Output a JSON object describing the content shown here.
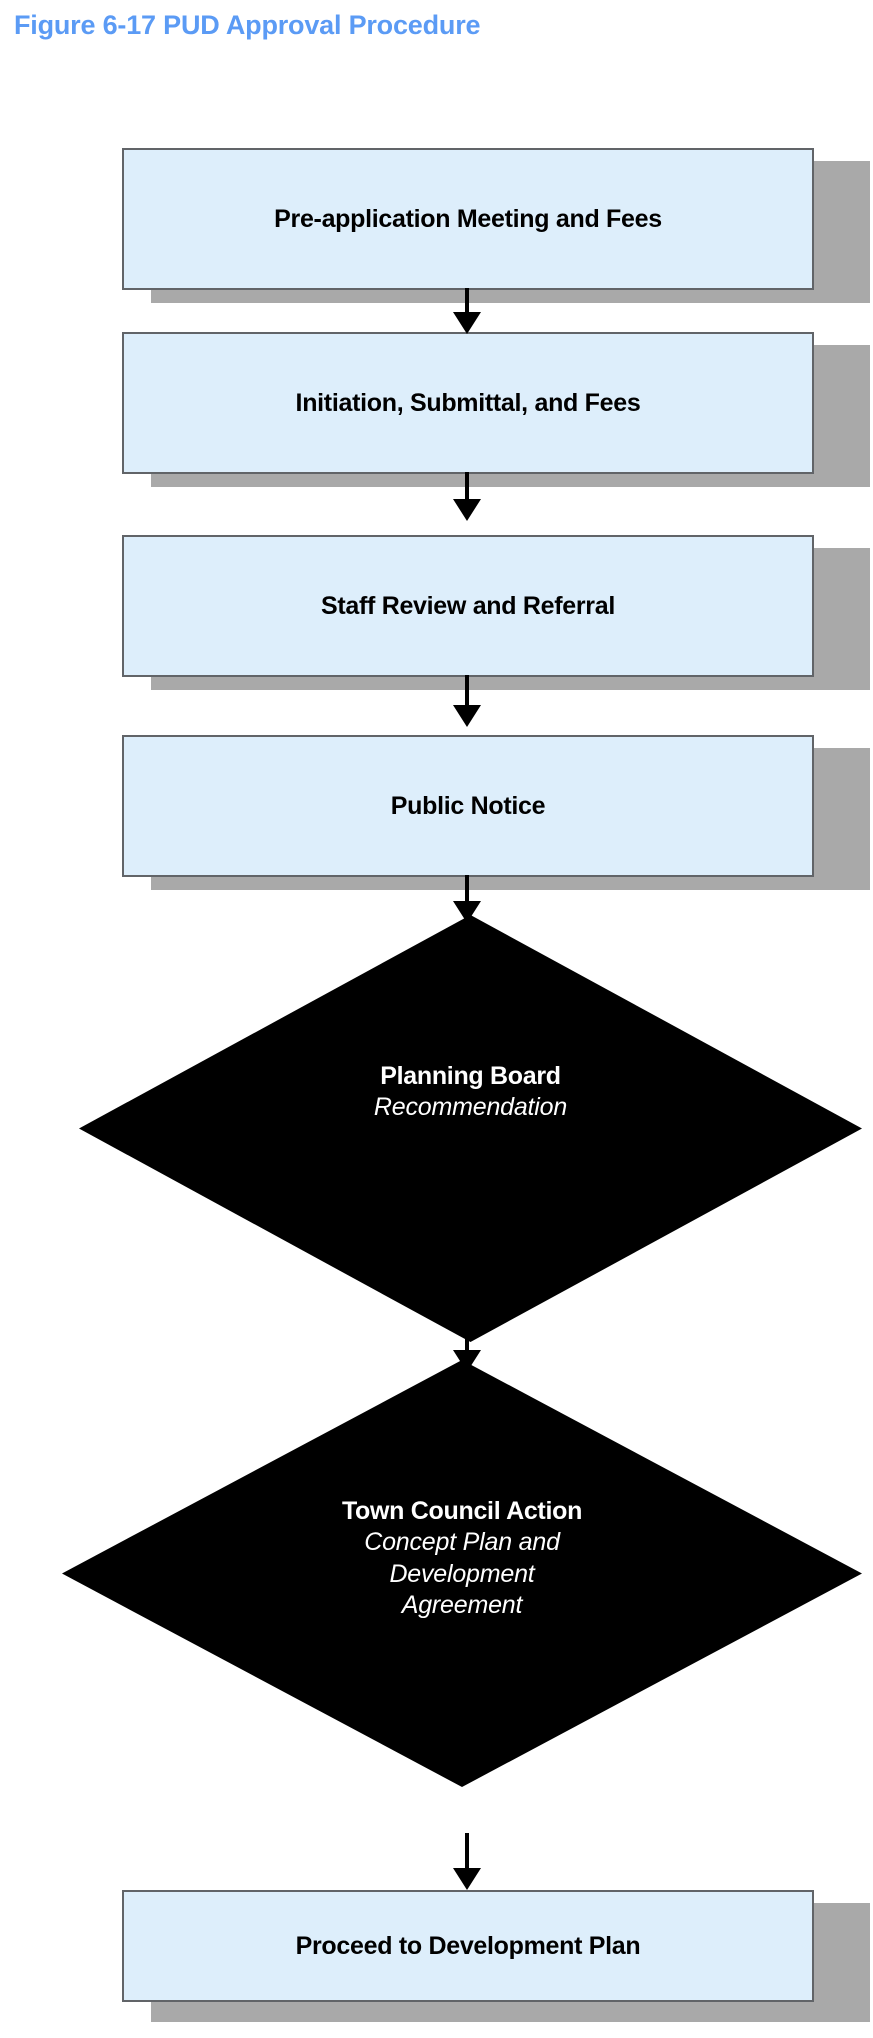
{
  "figure": {
    "title": "Figure 6-17 PUD Approval Procedure",
    "title_color": "#5b9bf5",
    "background_color": "#ffffff"
  },
  "palette": {
    "box_fill": "#ddeefb",
    "box_border": "#616468",
    "box_shadow": "#a9a9a9",
    "diamond_fill": "#000000",
    "diamond_text": "#ffffff",
    "connector": "#000000"
  },
  "chart_data": {
    "type": "diagram",
    "subtype": "flowchart",
    "title": "Figure 6-17 PUD Approval Procedure",
    "orientation": "top-to-bottom",
    "nodes": [
      {
        "id": "n1",
        "shape": "process",
        "label": "Pre-application Meeting and Fees"
      },
      {
        "id": "n2",
        "shape": "process",
        "label": "Initiation, Submittal, and Fees"
      },
      {
        "id": "n3",
        "shape": "process",
        "label": "Staff Review and Referral"
      },
      {
        "id": "n4",
        "shape": "process",
        "label": "Public Notice"
      },
      {
        "id": "n5",
        "shape": "decision",
        "title": "Planning Board",
        "subtitle": "Recommendation"
      },
      {
        "id": "n6",
        "shape": "decision",
        "title": "Town Council Action",
        "subtitle_lines": [
          "Concept Plan  and",
          "Development",
          "Agreement"
        ]
      },
      {
        "id": "n7",
        "shape": "process",
        "label": "Proceed to Development Plan"
      }
    ],
    "edges": [
      {
        "from": "n1",
        "to": "n2",
        "arrow": "down"
      },
      {
        "from": "n2",
        "to": "n3",
        "arrow": "down"
      },
      {
        "from": "n3",
        "to": "n4",
        "arrow": "down"
      },
      {
        "from": "n4",
        "to": "n5",
        "arrow": "down"
      },
      {
        "from": "n5",
        "to": "n6",
        "arrow": "down"
      },
      {
        "from": "n6",
        "to": "n7",
        "arrow": "down"
      }
    ]
  },
  "nodes": {
    "n1": {
      "label": "Pre-application Meeting and Fees"
    },
    "n2": {
      "label": "Initiation, Submittal, and Fees"
    },
    "n3": {
      "label": "Staff Review and Referral"
    },
    "n4": {
      "label": "Public Notice"
    },
    "n5": {
      "title": "Planning Board",
      "subtitle": "Recommendation"
    },
    "n6": {
      "title": "Town Council Action",
      "sub1": "Concept Plan  and",
      "sub2": "Development",
      "sub3": "Agreement"
    },
    "n7": {
      "label": "Proceed to Development Plan"
    }
  }
}
